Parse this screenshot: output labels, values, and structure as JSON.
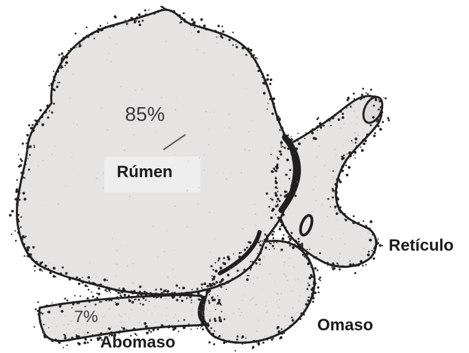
{
  "diagram": {
    "labels": {
      "rumen": "Rúmen",
      "rumen_pct": "85%",
      "reticulo": "Retículo",
      "omaso": "Omaso",
      "abomaso": "Abomaso",
      "abomaso_pct": "7%"
    },
    "colors": {
      "fill": "#e6e3e3",
      "outline": "#1e1e1e",
      "label_highlight": "#eeeeee"
    }
  }
}
